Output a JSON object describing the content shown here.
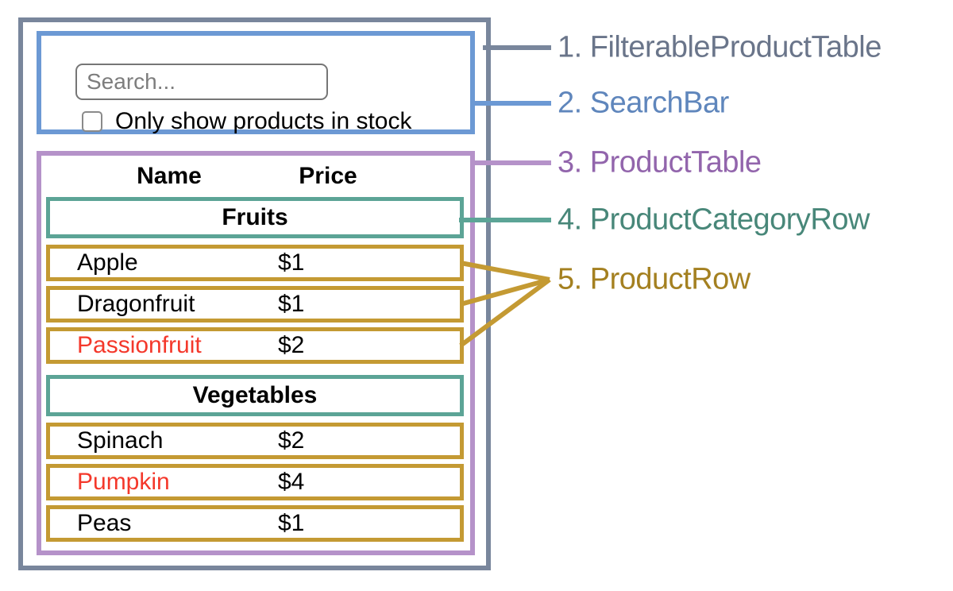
{
  "colors": {
    "slate_border": "#79869c",
    "blue_border": "#6c99d4",
    "purple_border": "#b592c9",
    "teal_border": "#5ca496",
    "gold_border": "#c49a33",
    "red": "#f4382b",
    "input_border": "#767676",
    "checkbox_border": "#8a8a8a",
    "placeholder_text": "#7d7d7d",
    "table_text": "#000000"
  },
  "search_bar": {
    "placeholder": "Search...",
    "checkbox_label": "Only show products in stock",
    "checkbox_checked": false
  },
  "product_table": {
    "headers": {
      "name": "Name",
      "price": "Price"
    },
    "sections": [
      {
        "category": "Fruits",
        "rows": [
          {
            "name": "Apple",
            "price": "$1",
            "red": false
          },
          {
            "name": "Dragonfruit",
            "price": "$1",
            "red": false
          },
          {
            "name": "Passionfruit",
            "price": "$2",
            "red": true
          }
        ]
      },
      {
        "category": "Vegetables",
        "rows": [
          {
            "name": "Spinach",
            "price": "$2",
            "red": false
          },
          {
            "name": "Pumpkin",
            "price": "$4",
            "red": true
          },
          {
            "name": "Peas",
            "price": "$1",
            "red": false
          }
        ]
      }
    ]
  },
  "legend": [
    {
      "label": "1. FilterableProductTable",
      "color": "#6a758a"
    },
    {
      "label": "2. SearchBar",
      "color": "#5f86bc"
    },
    {
      "label": "3. ProductTable",
      "color": "#9265ac"
    },
    {
      "label": "4. ProductCategoryRow",
      "color": "#488779"
    },
    {
      "label": "5. ProductRow",
      "color": "#a48020"
    }
  ]
}
